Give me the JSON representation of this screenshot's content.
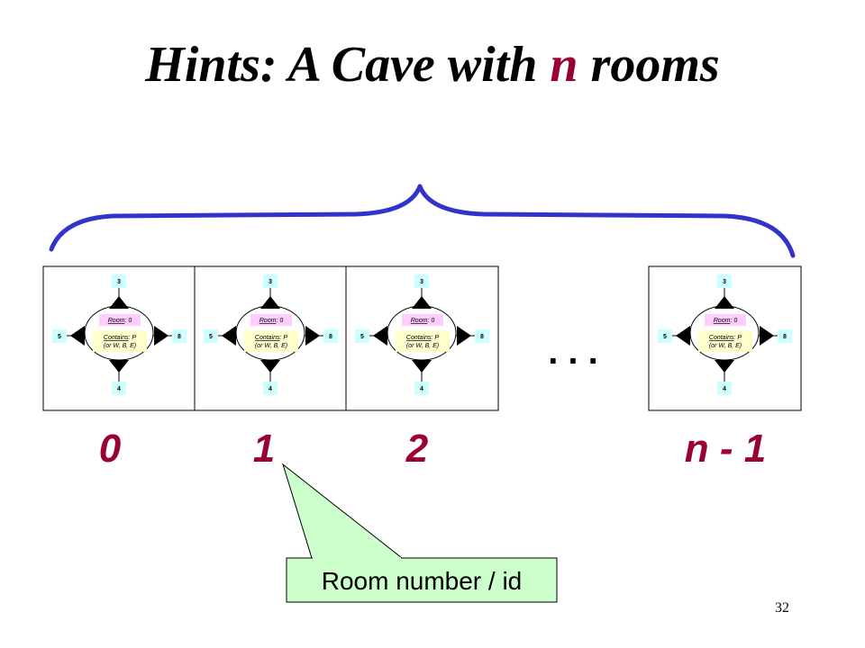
{
  "title": {
    "prefix": "Hints: A Cave with ",
    "n": "n",
    "suffix": " rooms"
  },
  "room_template": {
    "exit_top": "3",
    "exit_left": "5",
    "exit_right": "8",
    "exit_bottom": "4",
    "room_label": "Room",
    "room_value": ": 0",
    "contains_label": "Contains",
    "contains_value": ": P",
    "contains_extra": "(or W, B, E)"
  },
  "rooms": [
    {
      "index_label": "0"
    },
    {
      "index_label": "1"
    },
    {
      "index_label": "2"
    },
    {
      "index_label": "n - 1"
    }
  ],
  "ellipsis": ". . .",
  "callout": {
    "text": "Room number / id"
  },
  "page_number": "32",
  "colors": {
    "brace": "#3333cc",
    "index": "#990033",
    "callout_fill": "#ccffcc",
    "exit_box": "#ccffff",
    "room_label_box": "#ffccff",
    "contains_box": "#ffffcc"
  }
}
